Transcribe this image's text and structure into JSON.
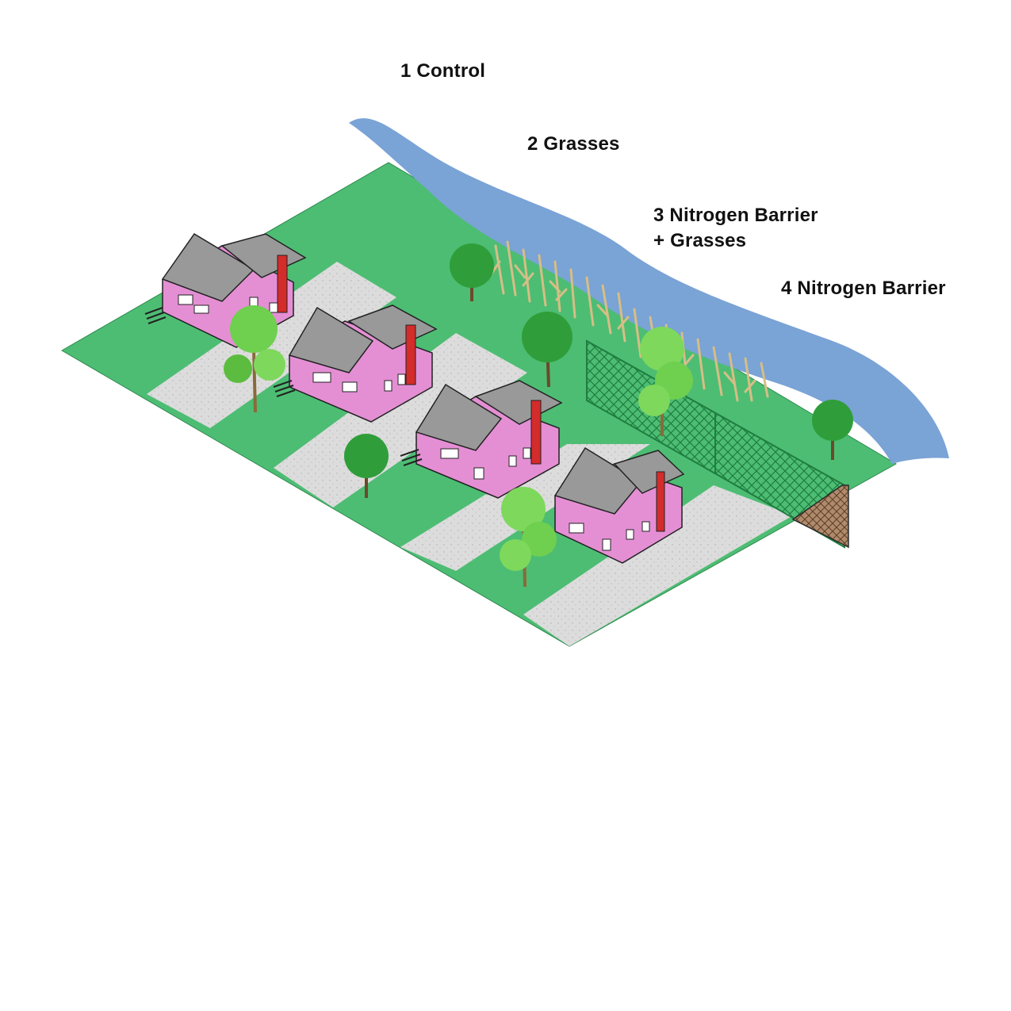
{
  "labels": {
    "zone1": "1 Control",
    "zone2": "2 Grasses",
    "zone3_line1": "3 Nitrogen Barrier",
    "zone3_line2": "+ Grasses",
    "zone4": "4 Nitrogen Barrier"
  },
  "colors": {
    "lawn": "#4dbd73",
    "river": "#7aa3d6",
    "pavement": "#dcdcdc",
    "house_wall": "#e48fd4",
    "roof": "#999999",
    "chimney": "#d42b2b",
    "tree": "#6fcf4f",
    "grass_stalks": "#e2cc9a",
    "barrier_net": "#1e7d3f",
    "barrier_soil": "#b08a6b"
  },
  "icons": [
    "house-icon",
    "tree-icon",
    "grass-icon",
    "barrier-net-icon",
    "river-icon"
  ]
}
